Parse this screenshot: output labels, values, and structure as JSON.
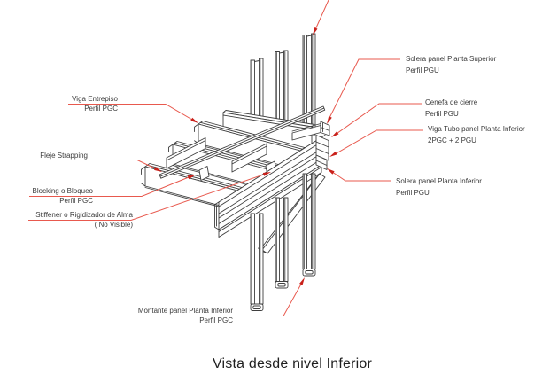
{
  "diagram": {
    "title": "Vista desde nivel Inferior",
    "labels": {
      "viga_entrepiso": {
        "line1": "Viga Entrepiso",
        "line2": "Perfil PGC"
      },
      "fleje": {
        "line1": "Fleje Strapping",
        "line2": ""
      },
      "blocking": {
        "line1": "Blocking o Bloqueo",
        "line2": "Perfil PGC"
      },
      "stiffener": {
        "line1": "Stiffener o Rigidizador de Alma",
        "line2": "( No Visible)"
      },
      "montante": {
        "line1": "Montante panel Planta Inferior",
        "line2": "Perfil PGC"
      },
      "solera_superior": {
        "line1": "Solera panel Planta Superior",
        "line2": "Perfil PGU"
      },
      "cenefa": {
        "line1": "Cenefa de cierre",
        "line2": "Perfil PGU"
      },
      "viga_tubo": {
        "line1": "Viga Tubo panel Planta Inferior",
        "line2": "2PGC + 2 PGU"
      },
      "solera_inferior": {
        "line1": "Solera panel Planta Inferior",
        "line2": "Perfil PGU"
      }
    },
    "colors": {
      "leader_line": "#e8594e",
      "arrowhead": "#c9201a",
      "linework": "#3f3f3f",
      "text": "#3a3a3a"
    }
  }
}
